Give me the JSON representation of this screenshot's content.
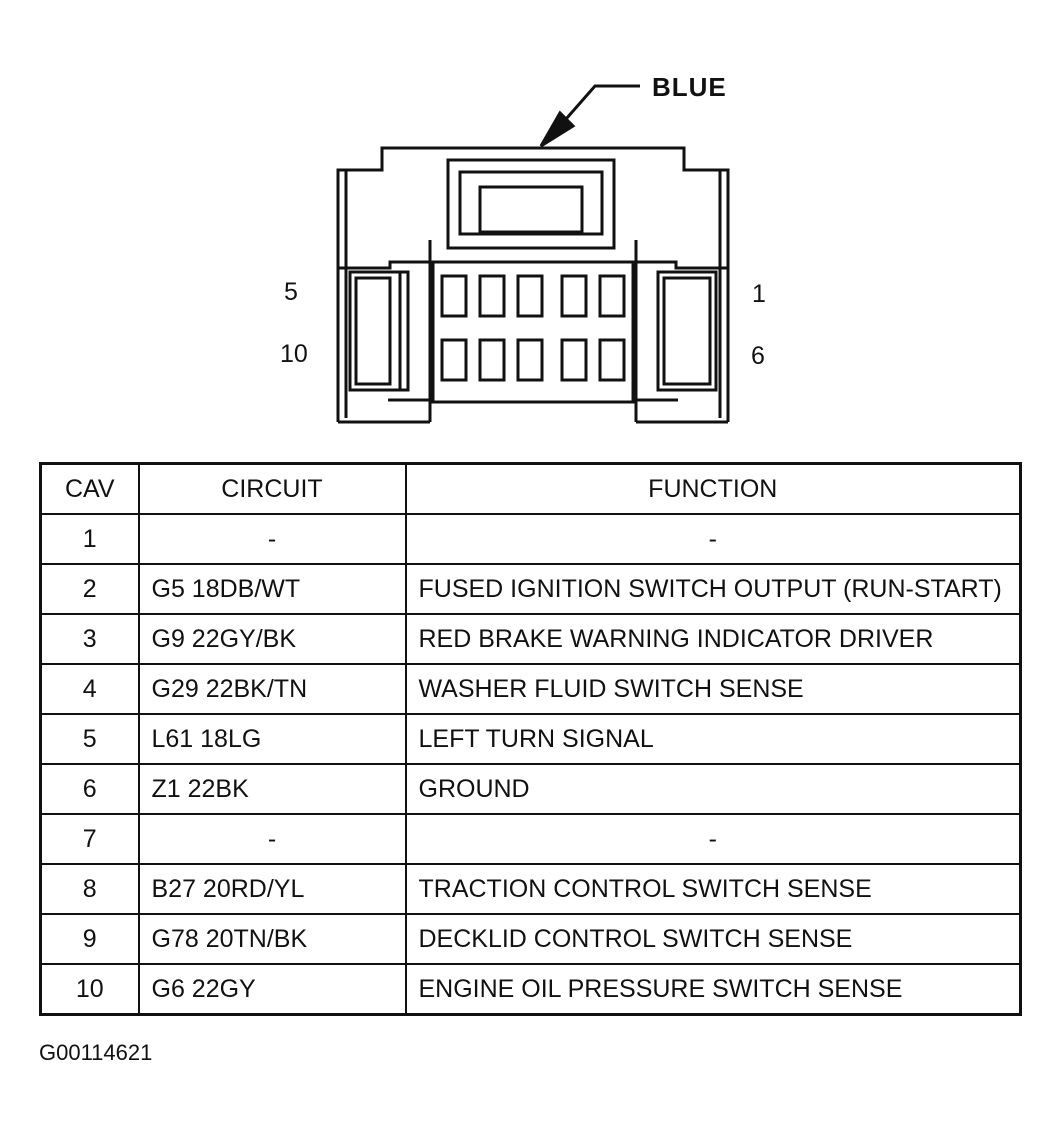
{
  "connector": {
    "color_label": "BLUE",
    "pin_labels": {
      "top_left": "5",
      "bottom_left": "10",
      "top_right": "1",
      "bottom_right": "6"
    }
  },
  "table": {
    "headers": {
      "cav": "CAV",
      "circuit": "CIRCUIT",
      "function": "FUNCTION"
    },
    "rows": [
      {
        "cav": "1",
        "circuit": "-",
        "function": "-"
      },
      {
        "cav": "2",
        "circuit": "G5 18DB/WT",
        "function": "FUSED IGNITION SWITCH OUTPUT (RUN-START)"
      },
      {
        "cav": "3",
        "circuit": "G9 22GY/BK",
        "function": "RED BRAKE WARNING INDICATOR DRIVER"
      },
      {
        "cav": "4",
        "circuit": "G29 22BK/TN",
        "function": "WASHER FLUID SWITCH SENSE"
      },
      {
        "cav": "5",
        "circuit": "L61 18LG",
        "function": "LEFT TURN SIGNAL"
      },
      {
        "cav": "6",
        "circuit": "Z1 22BK",
        "function": "GROUND"
      },
      {
        "cav": "7",
        "circuit": "-",
        "function": "-"
      },
      {
        "cav": "8",
        "circuit": "B27 20RD/YL",
        "function": "TRACTION CONTROL SWITCH SENSE"
      },
      {
        "cav": "9",
        "circuit": "G78 20TN/BK",
        "function": "DECKLID CONTROL SWITCH SENSE"
      },
      {
        "cav": "10",
        "circuit": "G6 22GY",
        "function": "ENGINE OIL PRESSURE SWITCH SENSE"
      }
    ]
  },
  "figure_id": "G00114621"
}
